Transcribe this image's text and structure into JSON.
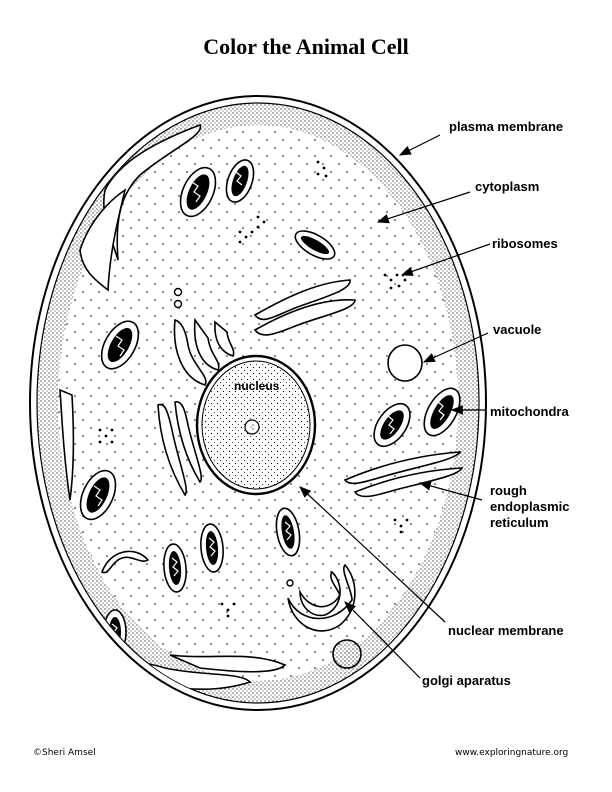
{
  "title": "Color the Animal Cell",
  "labels": {
    "plasma_membrane": "plasma membrane",
    "cytoplasm": "cytoplasm",
    "ribosomes": "ribosomes",
    "vacuole": "vacuole",
    "nucleus": "nucleus",
    "mitochondra": "mitochondra",
    "rough_er_line1": "rough",
    "rough_er_line2": "endoplasmic",
    "rough_er_line3": "reticulum",
    "nuclear_membrane": "nuclear membrane",
    "golgi": "golgi aparatus"
  },
  "footer": {
    "copyright": "©Sheri Amsel",
    "website": "www.exploringnature.org"
  },
  "colors": {
    "ink": "#000000",
    "paper": "#ffffff"
  }
}
